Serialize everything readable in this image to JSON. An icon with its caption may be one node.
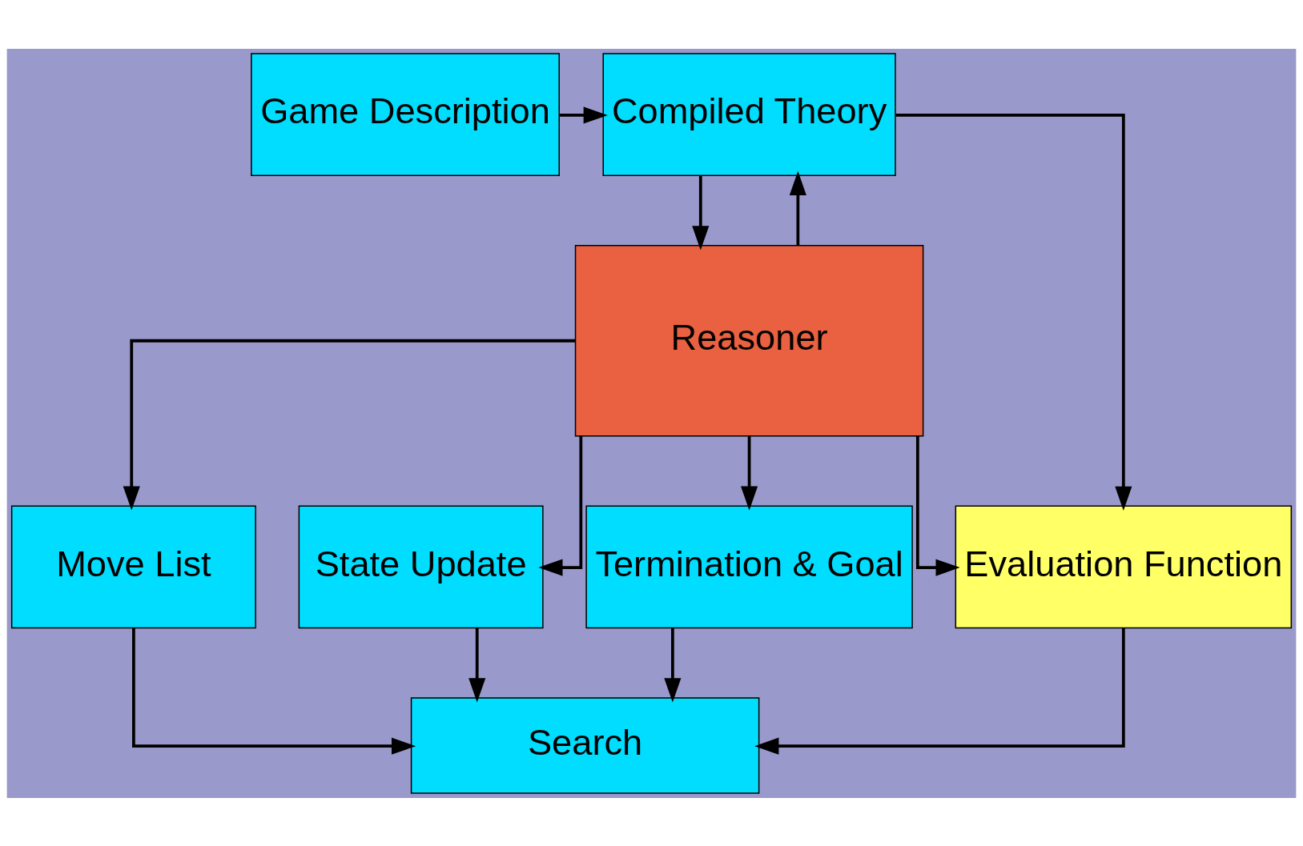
{
  "diagram": {
    "nodes": [
      {
        "text": [
          "Game Description"
        ]
      },
      {
        "text": [
          "Compiled Theory"
        ]
      },
      {
        "text": [
          "Reasoner"
        ]
      },
      {
        "text": [
          "Move List"
        ]
      },
      {
        "text": [
          "State Update"
        ]
      },
      {
        "text": [
          "Termination & Goal"
        ]
      },
      {
        "text": [
          "Evaluation Function"
        ]
      },
      {
        "text": [
          "Search"
        ]
      }
    ],
    "edges": [
      {
        "from": 0,
        "to": 1,
        "arrow": "to"
      },
      {
        "from": 2,
        "to": 1,
        "arrow": "to"
      },
      {
        "from": 1,
        "to": 2,
        "arrow": "to"
      },
      {
        "from": 1,
        "to": 6,
        "arrow": "to"
      },
      {
        "from": 2,
        "to": 6,
        "arrow": "to"
      },
      {
        "from": 2,
        "to": 3,
        "arrow": "to"
      },
      {
        "from": 2,
        "to": 4,
        "arrow": "to"
      },
      {
        "from": 2,
        "to": 5,
        "arrow": "to"
      },
      {
        "from": 3,
        "to": 7,
        "arrow": "to"
      },
      {
        "from": 4,
        "to": 7,
        "arrow": "to"
      },
      {
        "from": 5,
        "to": 7,
        "arrow": "to"
      },
      {
        "from": 6,
        "to": 7,
        "arrow": "to"
      }
    ]
  }
}
